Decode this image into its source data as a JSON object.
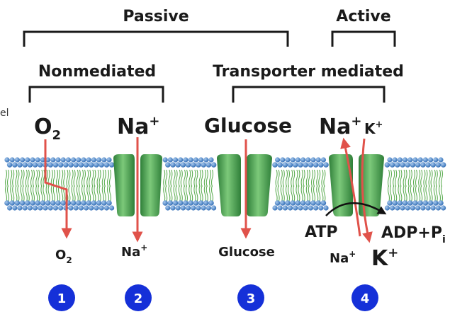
{
  "labels": {
    "passive": "Passive",
    "active": "Active",
    "nonmediated": "Nonmediated",
    "transporter_mediated": "Transporter mediated",
    "cut_text": "el"
  },
  "molecules": {
    "o2_top": "O",
    "o2_top_sub": "2",
    "na_top": "Na",
    "na_top_sup": "+",
    "glucose_top": "Glucose",
    "na_top_active": "Na",
    "na_top_active_sup": "+",
    "k_top": "K",
    "k_top_sup": "+",
    "o2_bottom": "O",
    "o2_bottom_sub": "2",
    "na_bottom": "Na",
    "na_bottom_sup": "+",
    "glucose_bottom": "Glucose",
    "atp": "ATP",
    "adp": "ADP+P",
    "adp_sub": "i",
    "na_bottom_active": "Na",
    "na_bottom_active_sup": "+",
    "k_bottom": "K",
    "k_bottom_sup": "+"
  },
  "steps": [
    "1",
    "2",
    "3",
    "4"
  ],
  "colors": {
    "arrow": "#e0524a",
    "protein": "#3e9a4a",
    "protein_light": "#7cc97a",
    "lipid_head": "#3f7fc6",
    "lipid_tail": "#5fae55",
    "badge": "#1530d8",
    "text": "#1a1a1a"
  }
}
